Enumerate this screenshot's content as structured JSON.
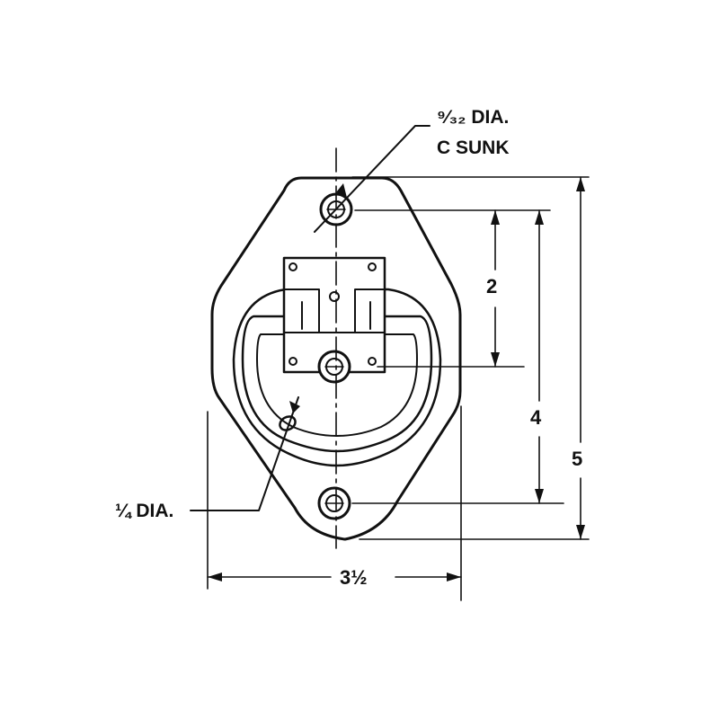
{
  "labels": {
    "countersink_line1": "⁹⁄₃₂ DIA.",
    "countersink_line2": "C SUNK",
    "hole_dia": "¼ DIA.",
    "dim_hole_spacing_upper": "2",
    "dim_hole_spacing": "4",
    "dim_height": "5",
    "dim_width": "3½"
  },
  "colors": {
    "ink": "#111111",
    "paper": "#ffffff"
  }
}
